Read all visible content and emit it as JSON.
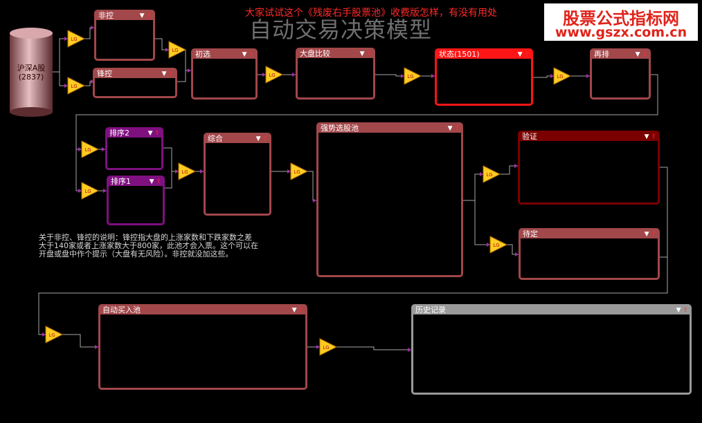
{
  "title": "自动交易决策模型",
  "banner": "大家试试这个《残废右手股票池》收费版怎样，有没有用处",
  "logo": {
    "cn": "股票公式指标网",
    "url": "www.gszx.com.cn"
  },
  "source": {
    "line1": "沪深A股",
    "line2": "(2837)"
  },
  "control_icons": {
    "dropdown": "▼",
    "up": "⇧"
  },
  "gate_label": "LG",
  "pools": {
    "feikong": "非控",
    "fengkong": "锋控",
    "chuxuan": "初选",
    "dapan": "大盘比较",
    "zhuangtai": "状态(1501)",
    "zaipai": "再排",
    "paixu2": "排序2",
    "paixu1": "排序1",
    "zonghe": "综合",
    "qiangshi": "强势选股池",
    "yanzheng": "验证",
    "daiding": "待定",
    "zidong": "自动买入池",
    "lishi": "历史记录"
  },
  "note": "关于非控、锋控的说明：锋控指大盘的上涨家数和下跌家数之差大于140家或者上涨家数大于800家，此池才会入票。这个可以在开盘或盘中作个提示（大盘有无风险）。非控就没加这些。",
  "colors": {
    "background": "#000000",
    "box": "#a2474a",
    "purple": "#7f1080",
    "red": "#ff1515",
    "dark": "#7b0000",
    "grey": "#9a9a9a",
    "line": "#a8a8a8",
    "arrow": "#a030a8",
    "gate": "#ffcc22"
  }
}
